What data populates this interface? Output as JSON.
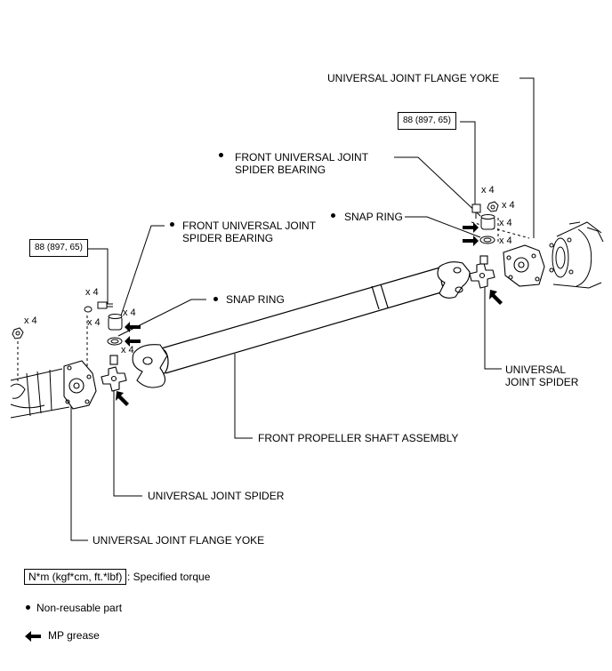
{
  "labels": {
    "flange_yoke_top": "UNIVERSAL JOINT FLANGE YOKE",
    "bearing_top_1": "FRONT UNIVERSAL JOINT",
    "bearing_top_2": "SPIDER BEARING",
    "snap_ring_top": "SNAP RING",
    "bearing_mid_1": "FRONT UNIVERSAL JOINT",
    "bearing_mid_2": "SPIDER BEARING",
    "snap_ring_mid": "SNAP RING",
    "spider_right_1": "UNIVERSAL",
    "spider_right_2": "JOINT SPIDER",
    "shaft_assembly": "FRONT PROPELLER SHAFT ASSEMBLY",
    "spider_bottom": "UNIVERSAL JOINT SPIDER",
    "flange_yoke_bottom": "UNIVERSAL JOINT FLANGE YOKE"
  },
  "torque": {
    "right": "88 (897, 65)",
    "left": "88 (897, 65)"
  },
  "quantities": {
    "right_bolt": "x 4",
    "right_nut": "x 4",
    "right_bearing": "x 4",
    "right_snap": "x 4",
    "left_bolt": "x 4",
    "left_washer": "x 4",
    "left_bearing": "x 4",
    "left_snap": "x 4",
    "far_left_nut": "x 4"
  },
  "legend": {
    "torque_box": "N*m (kgf*cm, ft.*lbf)",
    "torque_desc": ": Specified torque",
    "non_reusable": "Non-reusable part",
    "grease": "MP grease"
  },
  "colors": {
    "line": "#000000",
    "part_fill": "#ffffff"
  },
  "icons": {
    "non_reusable": "filled-dot-icon",
    "grease": "left-arrow-icon"
  }
}
